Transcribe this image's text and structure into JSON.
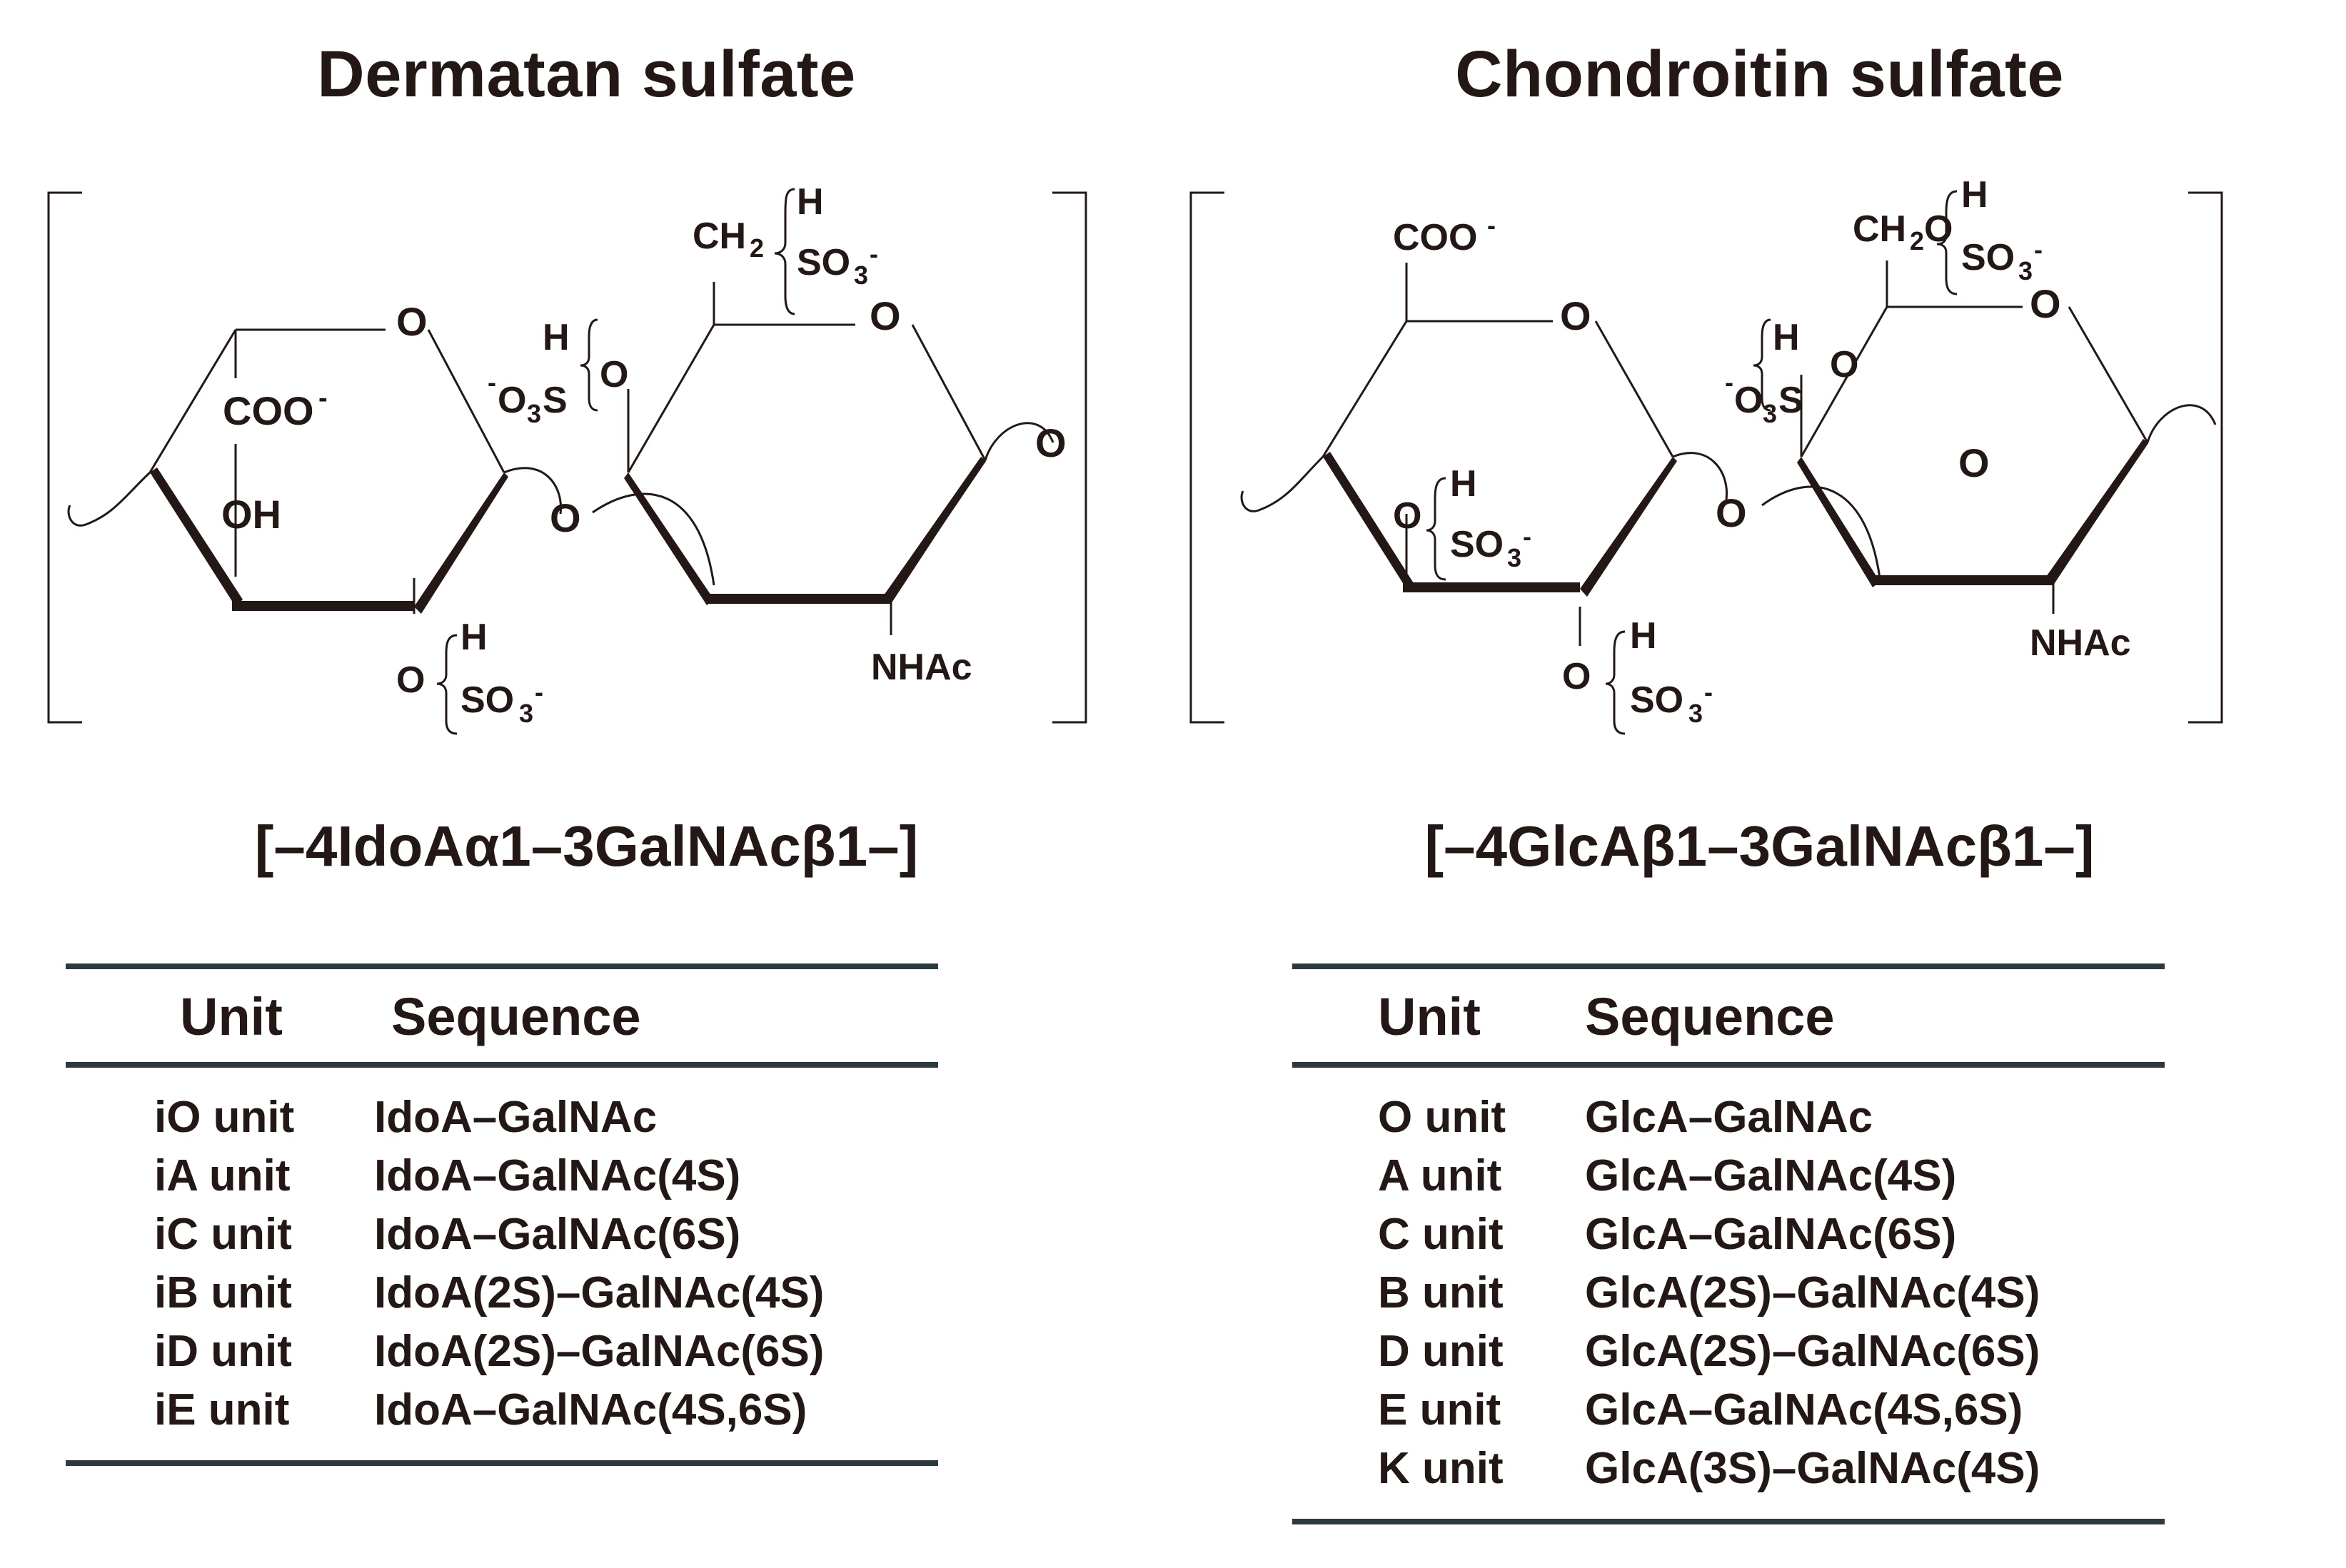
{
  "dermatan": {
    "title": "Dermatan sulfate",
    "formula": "[–4IdoAα1–3GalNAcβ1–]",
    "labels": {
      "o_ring1": "O",
      "o_ring2": "O",
      "coo": "COO",
      "minus": "-",
      "oh": "OH",
      "o_link": "O",
      "o_end": "O",
      "ch2": "CH",
      "sub2": "2",
      "h": "H",
      "so3": "SO",
      "sub3": "3",
      "o3s": "O",
      "s": "S",
      "o": "O",
      "nhac": "NHAc"
    },
    "table": {
      "header_unit": "Unit",
      "header_seq": "Sequence",
      "rows": [
        {
          "unit": "iO unit",
          "seq": "IdoA–GalNAc"
        },
        {
          "unit": "iA unit",
          "seq": "IdoA–GalNAc(4S)"
        },
        {
          "unit": "iC unit",
          "seq": "IdoA–GalNAc(6S)"
        },
        {
          "unit": "iB unit",
          "seq": "IdoA(2S)–GalNAc(4S)"
        },
        {
          "unit": "iD unit",
          "seq": "IdoA(2S)–GalNAc(6S)"
        },
        {
          "unit": "iE unit",
          "seq": "IdoA–GalNAc(4S,6S)"
        }
      ]
    }
  },
  "chondroitin": {
    "title": "Chondroitin sulfate",
    "formula": "[–4GlcAβ1–3GalNAcβ1–]",
    "labels": {
      "coo": "COO",
      "minus": "-",
      "o": "O",
      "ch2o": "CH",
      "sub2": "2",
      "h": "H",
      "so3": "SO",
      "sub3": "3",
      "s": "S",
      "nhac": "NHAc"
    },
    "table": {
      "header_unit": "Unit",
      "header_seq": "Sequence",
      "rows": [
        {
          "unit": "O unit",
          "seq": "GlcA–GalNAc"
        },
        {
          "unit": "A unit",
          "seq": "GlcA–GalNAc(4S)"
        },
        {
          "unit": "C unit",
          "seq": "GlcA–GalNAc(6S)"
        },
        {
          "unit": "B unit",
          "seq": "GlcA(2S)–GalNAc(4S)"
        },
        {
          "unit": "D unit",
          "seq": "GlcA(2S)–GalNAc(6S)"
        },
        {
          "unit": "E unit",
          "seq": "GlcA–GalNAc(4S,6S)"
        },
        {
          "unit": "K unit",
          "seq": "GlcA(3S)–GalNAc(4S)"
        }
      ]
    }
  },
  "colors": {
    "ink": "#231815",
    "rule": "#2b3a3f"
  }
}
